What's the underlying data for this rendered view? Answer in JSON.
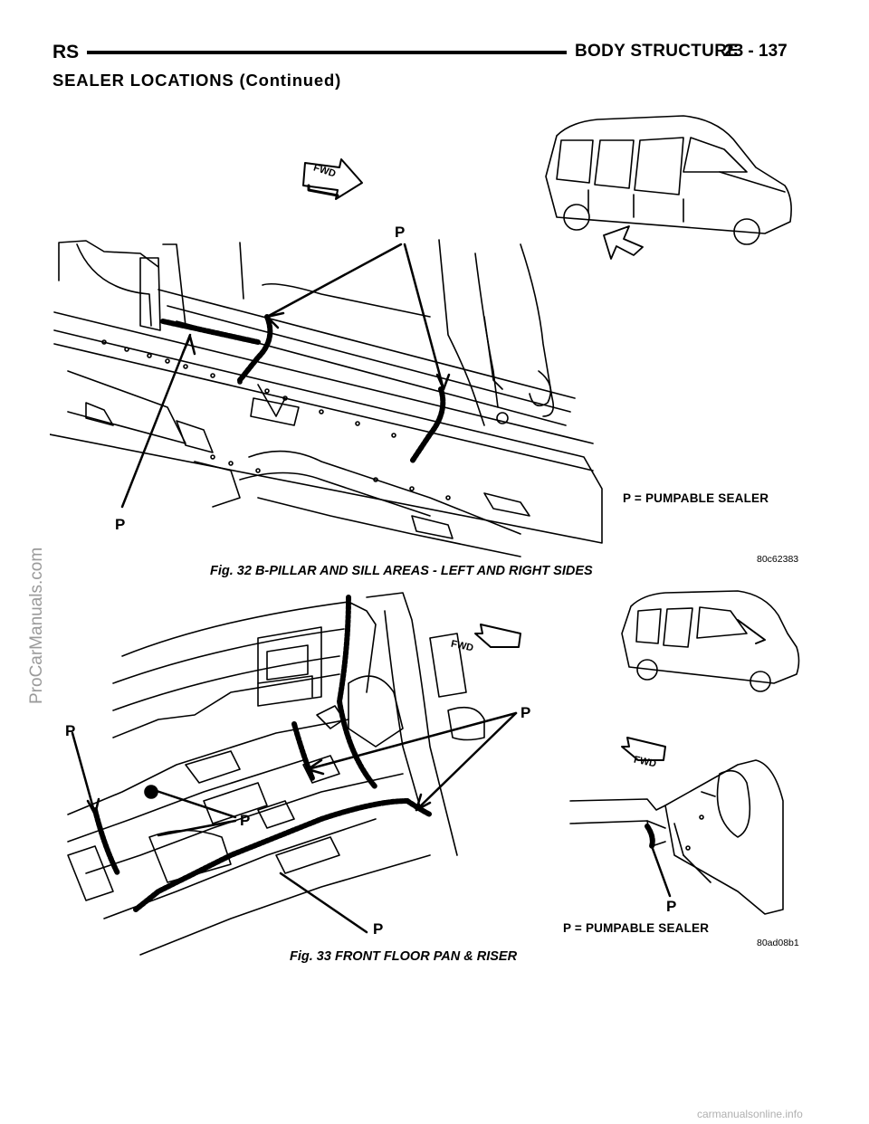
{
  "header": {
    "left": "RS",
    "title": "BODY STRUCTURE",
    "page": "23 - 137"
  },
  "section_title": "SEALER LOCATIONS (Continued)",
  "figures": [
    {
      "caption": "Fig. 32 B-PILLAR AND SILL AREAS - LEFT AND RIGHT SIDES",
      "code": "80c62383",
      "legend": "P = PUMPABLE SEALER",
      "arrow_label": "FWD",
      "callouts": [
        "P",
        "P"
      ]
    },
    {
      "caption": "Fig. 33 FRONT FLOOR PAN & RISER",
      "code": "80ad08b1",
      "legend": "P = PUMPABLE SEALER",
      "arrow_labels": [
        "FWD",
        "FWD"
      ],
      "callouts": [
        "P",
        "P",
        "P",
        "P",
        "P"
      ]
    }
  ],
  "watermarks": {
    "side": "ProCarManuals.com",
    "bottom": "carmanualsonline.info"
  }
}
